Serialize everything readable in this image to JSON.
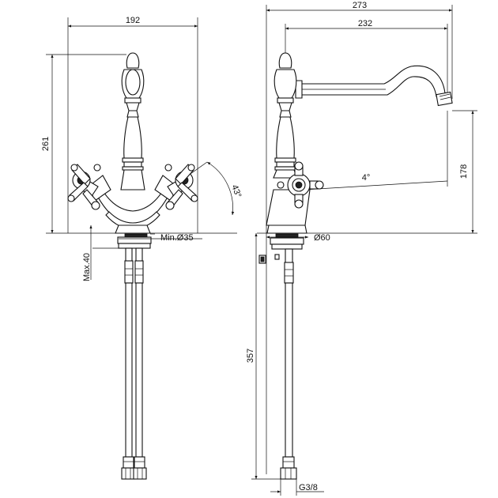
{
  "figure": "Technical drawing of a two-handle kitchen faucet (front and side views) with dimensions",
  "front_view": {
    "width_label": "192",
    "height_label": "261",
    "handle_angle_label": "43°",
    "hole_label": "Min.Ø35",
    "deck_label": "Max.40"
  },
  "side_view": {
    "total_reach_label": "273",
    "spout_reach_label": "232",
    "spout_height_label": "178",
    "spout_angle_label": "4°",
    "base_diameter_label": "Ø60",
    "hose_length_label": "357",
    "connection_label": "G3/8"
  }
}
